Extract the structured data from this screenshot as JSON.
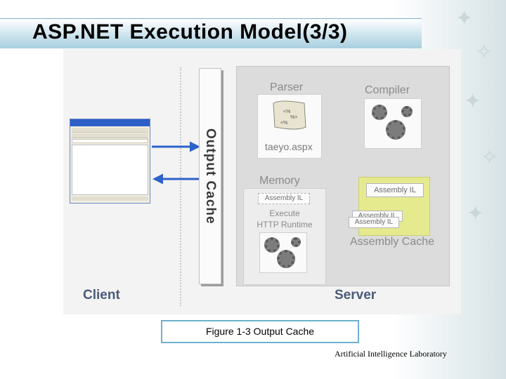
{
  "slide": {
    "title": "ASP.NET Execution Model(3/3)",
    "footer": "Artificial Intelligence Laboratory",
    "caption": "Figure 1-3 Output Cache"
  },
  "diagram": {
    "output_cache_label": "Output Cache",
    "client_label": "Client",
    "server_label": "Server",
    "parser_label": "Parser",
    "compiler_label": "Compiler",
    "memory_label": "Memory",
    "file_name": "taeyo.aspx",
    "assembly_il": "Assembly IL",
    "execute_label": "Execute",
    "runtime_label": "HTTP Runtime",
    "assembly_cache_label": "Assembly Cache"
  },
  "colors": {
    "arrow_blue": "#2c62c9",
    "assembly_cache_fill": "#e6ea8e",
    "title_band": "#a9cfdf"
  },
  "icons": [
    "browser-window-icon",
    "aspx-document-icon",
    "gear-icon"
  ]
}
